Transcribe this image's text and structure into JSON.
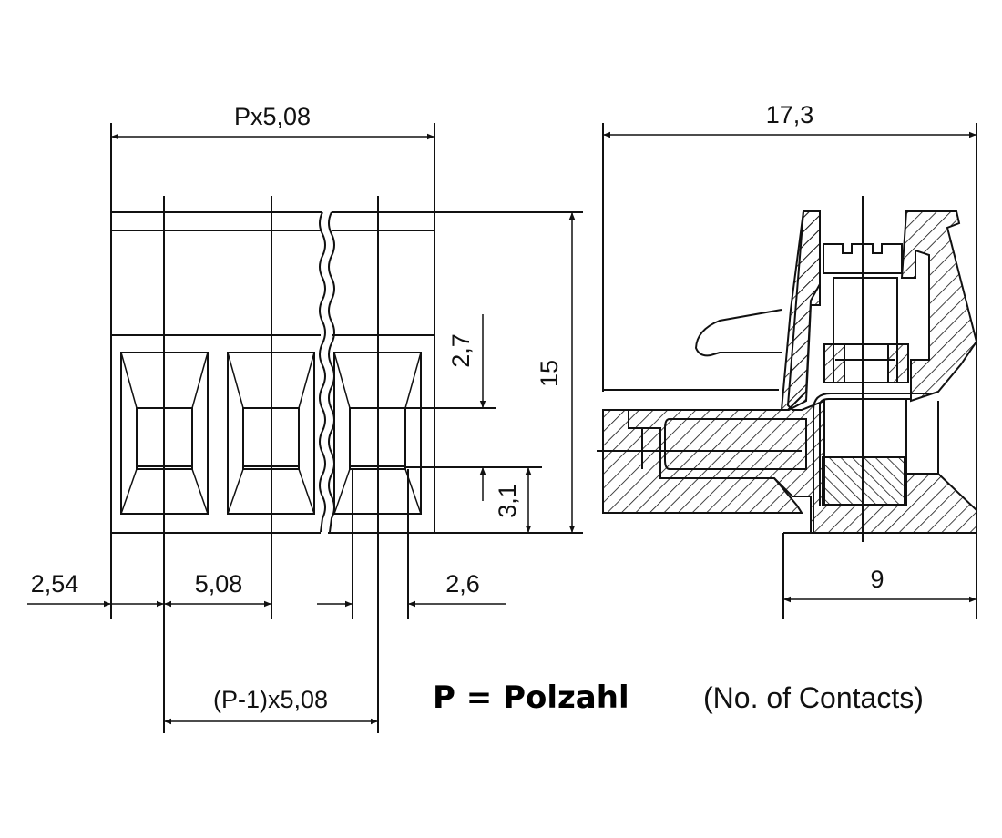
{
  "dimensions": {
    "total_width": "Px5,08",
    "depth": "17,3",
    "height": "15",
    "offset_upper": "2,7",
    "offset_lower": "3,1",
    "edge_to_pin": "2,54",
    "pitch": "5,08",
    "pin_width": "2,6",
    "base_depth": "9",
    "pin_span": "(P-1)x5,08"
  },
  "legend": {
    "formula": "P = Polzahl",
    "explanation": "(No. of Contacts)"
  }
}
